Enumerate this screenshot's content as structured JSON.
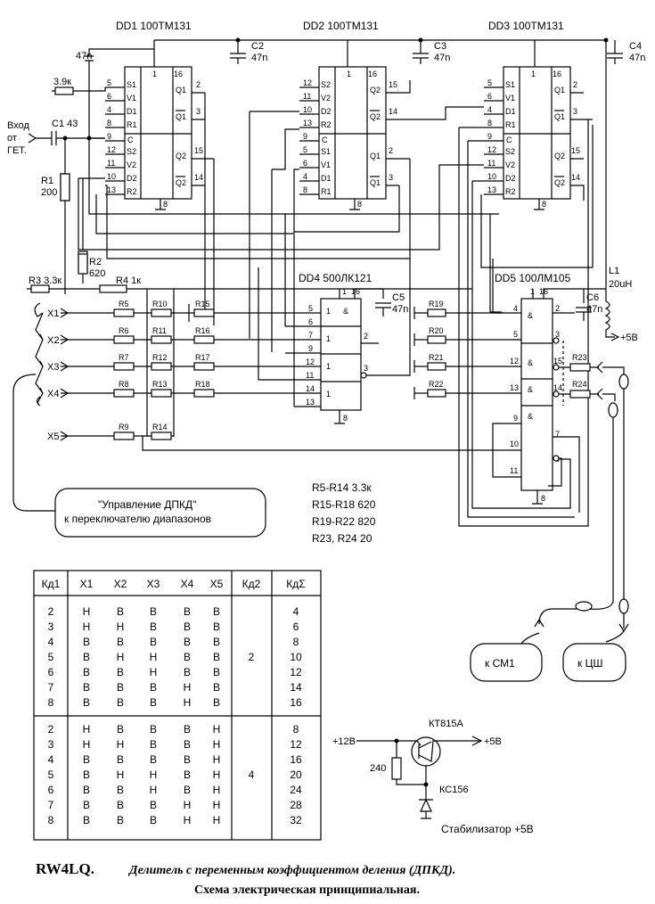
{
  "chips": {
    "dd1": "DD1   100ТМ131",
    "dd2": "DD2   100ТМ131",
    "dd3": "DD3   100ТМ131",
    "dd4": "DD4  500ЛК121",
    "dd5": "DD5  100ЛМ105"
  },
  "caps": {
    "c1": "C1 43",
    "c2": {
      "name": "C2",
      "value": "47n"
    },
    "c3": {
      "name": "C3",
      "value": "47n"
    },
    "c4": {
      "name": "C4",
      "value": "47n"
    },
    "c5": {
      "name": "C5",
      "value": "47n"
    },
    "c6": {
      "name": "C6",
      "value": "47n"
    },
    "c_dd1": "47n"
  },
  "resistors": {
    "r_in": "3.9к",
    "r1": {
      "name": "R1",
      "value": "200"
    },
    "r2": {
      "name": "R2",
      "value": "620"
    },
    "r3": "R3 3.3к",
    "r4": "R4  1к",
    "r19": ""
  },
  "inductor": {
    "name": "L1",
    "value": "20uH"
  },
  "inputs": [
    "X1",
    "X2",
    "X3",
    "X4",
    "X5"
  ],
  "labels": {
    "input": [
      "Вход",
      "от",
      "ГЕТ."
    ],
    "plus5v": "+5В",
    "control": [
      "\"Управление ДПКД\"",
      "к переключателю диапазонов"
    ],
    "to_cm1": "к СМ1",
    "to_csh": "к ЦШ"
  },
  "notes": [
    "R5-R14  3.3к",
    "R15-R18  620",
    "R19-R22  820",
    "R23, R24  20"
  ],
  "table": {
    "headers": [
      "Кд1",
      "X1",
      "X2",
      "X3",
      "X4",
      "X5",
      "Кд2",
      "КдΣ"
    ],
    "groups": [
      {
        "kd2": "2",
        "rows": [
          [
            "2",
            "Н",
            "В",
            "В",
            "В",
            "В",
            "4"
          ],
          [
            "3",
            "Н",
            "Н",
            "В",
            "В",
            "В",
            "6"
          ],
          [
            "4",
            "В",
            "В",
            "В",
            "В",
            "В",
            "8"
          ],
          [
            "5",
            "В",
            "Н",
            "Н",
            "В",
            "В",
            "10"
          ],
          [
            "6",
            "В",
            "В",
            "Н",
            "В",
            "В",
            "12"
          ],
          [
            "7",
            "В",
            "В",
            "В",
            "Н",
            "В",
            "14"
          ],
          [
            "8",
            "В",
            "В",
            "В",
            "Н",
            "В",
            "16"
          ]
        ]
      },
      {
        "kd2": "4",
        "rows": [
          [
            "2",
            "Н",
            "В",
            "В",
            "В",
            "Н",
            "8"
          ],
          [
            "3",
            "Н",
            "Н",
            "В",
            "В",
            "Н",
            "12"
          ],
          [
            "4",
            "В",
            "В",
            "В",
            "В",
            "Н",
            "16"
          ],
          [
            "5",
            "В",
            "Н",
            "Н",
            "В",
            "Н",
            "20"
          ],
          [
            "6",
            "В",
            "В",
            "Н",
            "В",
            "Н",
            "24"
          ],
          [
            "7",
            "В",
            "В",
            "В",
            "Н",
            "Н",
            "28"
          ],
          [
            "8",
            "В",
            "В",
            "В",
            "Н",
            "Н",
            "32"
          ]
        ]
      }
    ]
  },
  "stabilizer": {
    "input": "+12В",
    "output": "+5В",
    "transistor": "КТ815А",
    "resistor": "240",
    "zener": "КС156",
    "caption": "Стабилизатор +5В"
  },
  "footer": {
    "author": "RW4LQ.",
    "title": "Делитель с переменным коэффициентом деления (ДПКД).",
    "subtitle": "Схема электрическая принципиальная."
  }
}
